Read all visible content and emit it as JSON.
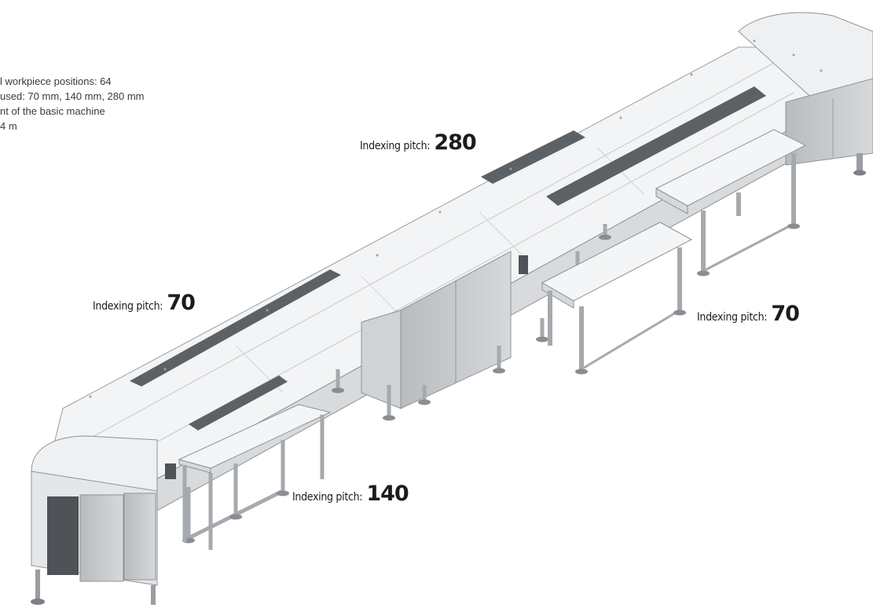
{
  "spec_lines": [
    "l workpiece positions: 64",
    "used: 70 mm, 140 mm, 280 mm",
    "nt of the basic machine",
    "4 m"
  ],
  "callouts": {
    "pitch_280": {
      "label": "Indexing pitch:",
      "value": "280"
    },
    "pitch_70_left": {
      "label": "Indexing pitch:",
      "value": "70"
    },
    "pitch_70_right": {
      "label": "Indexing pitch:",
      "value": "70"
    },
    "pitch_140": {
      "label": "Indexing pitch:",
      "value": "140"
    }
  },
  "colors": {
    "frame": "#e2e4e6",
    "frame_edge": "#8e9296",
    "panel": "#c9cccf",
    "conveyor_belt": "#5c6166",
    "table_top": "#f4f5f6"
  }
}
